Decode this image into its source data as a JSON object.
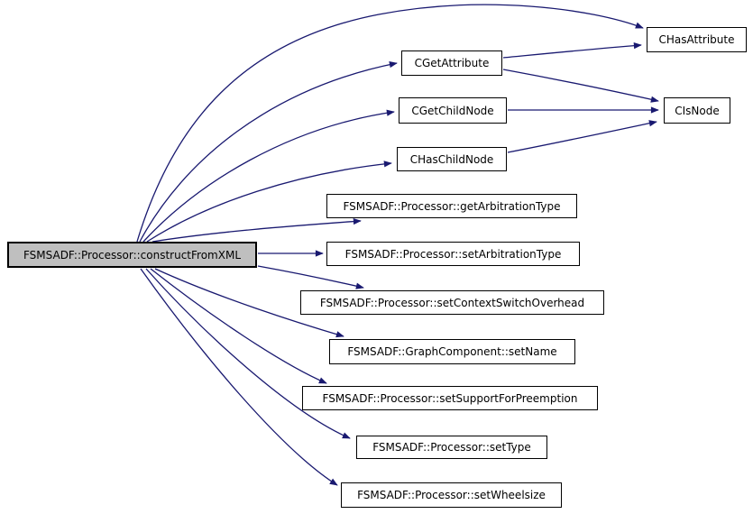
{
  "diagram": {
    "background_color": "#ffffff",
    "edge_color": "#191970",
    "node_fill": "#ffffff",
    "node_border_color": "#000000",
    "main_node_fill": "#bfbfbf",
    "text_color": "#000000"
  },
  "nodes": [
    {
      "id": "constructFromXML",
      "label": "FSMSADF::Processor::constructFromXML",
      "kind": "main"
    },
    {
      "id": "CGetAttribute",
      "label": "CGetAttribute",
      "kind": "normal"
    },
    {
      "id": "CGetChildNode",
      "label": "CGetChildNode",
      "kind": "normal"
    },
    {
      "id": "CHasChildNode",
      "label": "CHasChildNode",
      "kind": "normal"
    },
    {
      "id": "getArbitrationType",
      "label": "FSMSADF::Processor::getArbitrationType",
      "kind": "normal"
    },
    {
      "id": "setArbitrationType",
      "label": "FSMSADF::Processor::setArbitrationType",
      "kind": "normal"
    },
    {
      "id": "setContextSwitchOverhead",
      "label": "FSMSADF::Processor::setContextSwitchOverhead",
      "kind": "normal"
    },
    {
      "id": "setName",
      "label": "FSMSADF::GraphComponent::setName",
      "kind": "normal"
    },
    {
      "id": "setSupportForPreemption",
      "label": "FSMSADF::Processor::setSupportForPreemption",
      "kind": "normal"
    },
    {
      "id": "setType",
      "label": "FSMSADF::Processor::setType",
      "kind": "normal"
    },
    {
      "id": "setWheelsize",
      "label": "FSMSADF::Processor::setWheelsize",
      "kind": "normal"
    },
    {
      "id": "CHasAttribute",
      "label": "CHasAttribute",
      "kind": "normal"
    },
    {
      "id": "CIsNode",
      "label": "CIsNode",
      "kind": "normal"
    }
  ],
  "edges": [
    {
      "from": "constructFromXML",
      "to": "CHasAttribute"
    },
    {
      "from": "constructFromXML",
      "to": "CGetAttribute"
    },
    {
      "from": "constructFromXML",
      "to": "CGetChildNode"
    },
    {
      "from": "constructFromXML",
      "to": "CHasChildNode"
    },
    {
      "from": "constructFromXML",
      "to": "getArbitrationType"
    },
    {
      "from": "constructFromXML",
      "to": "setArbitrationType"
    },
    {
      "from": "constructFromXML",
      "to": "setContextSwitchOverhead"
    },
    {
      "from": "constructFromXML",
      "to": "setName"
    },
    {
      "from": "constructFromXML",
      "to": "setSupportForPreemption"
    },
    {
      "from": "constructFromXML",
      "to": "setType"
    },
    {
      "from": "constructFromXML",
      "to": "setWheelsize"
    },
    {
      "from": "CGetAttribute",
      "to": "CHasAttribute"
    },
    {
      "from": "CGetAttribute",
      "to": "CIsNode"
    },
    {
      "from": "CGetChildNode",
      "to": "CIsNode"
    },
    {
      "from": "CHasChildNode",
      "to": "CIsNode"
    }
  ]
}
